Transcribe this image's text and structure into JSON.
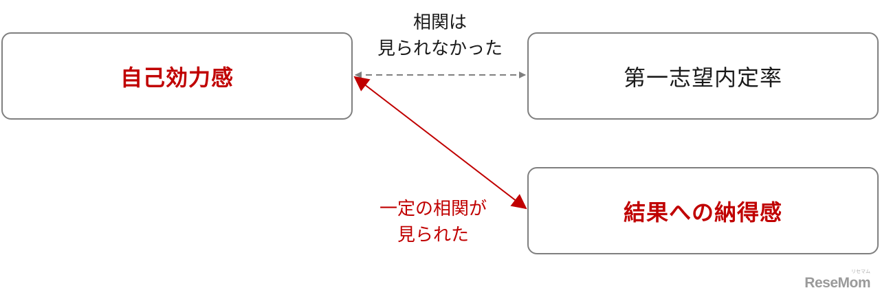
{
  "nodes": {
    "self_efficacy": "自己効力感",
    "first_choice_offer": "第一志望内定率",
    "outcome_satisfaction": "結果への納得感"
  },
  "relations": {
    "no_correlation": {
      "line1": "相関は",
      "line2": "見られなかった",
      "color": "#7f7f7f"
    },
    "correlation": {
      "line1": "一定の相関が",
      "line2": "見られた",
      "color": "#c00000"
    }
  },
  "colors": {
    "accent": "#c00000",
    "border": "#7f7f7f",
    "text": "#1a1a1a"
  },
  "watermark": {
    "brand": "ReseMom",
    "ruby": "リセマム"
  }
}
